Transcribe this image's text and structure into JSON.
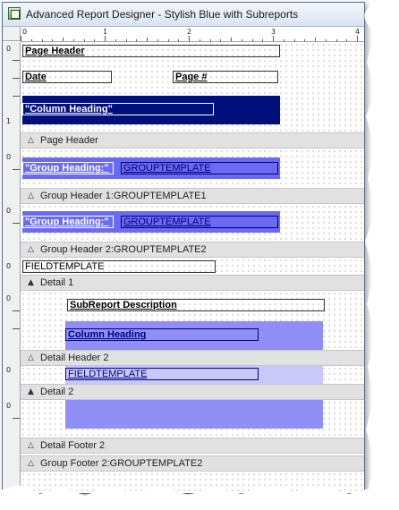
{
  "window": {
    "title": "Advanced Report Designer - Stylish Blue with Subreports"
  },
  "ruler": {
    "h_numbers": [
      "0",
      "1",
      "2",
      "3",
      "4"
    ],
    "v_zero": "0",
    "v_one": "1"
  },
  "page_header": {
    "title_field": "Page Header",
    "date_field": "Date",
    "page_num_field": "Page #",
    "column_heading": "\"Column Heading\""
  },
  "bands": {
    "page_header": "Page Header",
    "group_header_1": "Group Header 1:GROUPTEMPLATE1",
    "group_header_2": "Group Header 2:GROUPTEMPLATE2",
    "detail_1": "Detail 1",
    "detail_header_2": "Detail Header 2",
    "detail_2": "Detail 2",
    "detail_footer_2": "Detail Footer 2",
    "group_footer_2": "Group Footer 2:GROUPTEMPLATE2"
  },
  "group1": {
    "heading": "\"Group Heading:\"",
    "template": "GROUPTEMPLATE"
  },
  "group2": {
    "heading": "\"Group Heading:\"",
    "template": "GROUPTEMPLATE"
  },
  "detail1": {
    "field": "FIELDTEMPLATE"
  },
  "subreport": {
    "description": "SubReport Description",
    "column_heading": "Column Heading"
  },
  "detail2": {
    "field": "FIELDTEMPLATE"
  },
  "colors": {
    "navy": "#000f7a",
    "blue": "#6b6bf2",
    "lavender": "#8f8ff5",
    "pale": "#c8c8fb"
  },
  "icons": {
    "app": "report-designer-icon",
    "collapse": "triangle-up-icon",
    "expand": "triangle-filled-icon"
  }
}
